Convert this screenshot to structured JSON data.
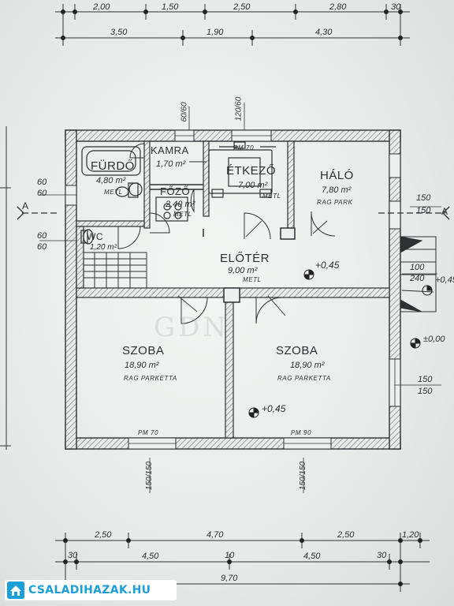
{
  "rooms": {
    "furdo": {
      "name": "FÜRDŐ",
      "area": "4,80 m²",
      "floor": "METL"
    },
    "kamra": {
      "name": "KAMRA",
      "area": "1,70 m²"
    },
    "etkezo": {
      "name": "ÉTKEZŐ",
      "area": "7,00 m²",
      "floor": "METL"
    },
    "halo": {
      "name": "HÁLÓ",
      "area": "7,80 m²",
      "floor": "RAG PARK"
    },
    "fozo": {
      "name": "FŐZŐ",
      "area": "2,40 m²",
      "floor": "METL"
    },
    "wc": {
      "name": "WC",
      "area": "1,20 m²"
    },
    "eloter": {
      "name": "ELŐTÉR",
      "area": "9,00 m²",
      "floor": "METL"
    },
    "szoba1": {
      "name": "SZOBA",
      "area": "18,90 m²",
      "floor": "RAG PARKETTA"
    },
    "szoba2": {
      "name": "SZOBA",
      "area": "18,90 m²",
      "floor": "RAG PARKETTA"
    }
  },
  "levels": {
    "eloter": "+0,45",
    "szoba": "+0,45",
    "right1": "+0,45",
    "right2": "±0,00"
  },
  "section_marker": "A",
  "dims_top_row1": [
    "2,00",
    "1,50",
    "2,50",
    "2,80",
    "30"
  ],
  "dims_top_row2": [
    "3,50",
    "1,90",
    "4,30"
  ],
  "dims_bottom_row1": [
    "2,50",
    "4,70",
    "2,50",
    "1,20"
  ],
  "dims_bottom_row2": [
    "30",
    "4,50",
    "10",
    "4,50",
    "30"
  ],
  "dims_bottom_total": "9,70",
  "dims_left": {
    "a_top": "60",
    "a_bot": "60",
    "b_top": "60",
    "b_bot": "60"
  },
  "dims_right": {
    "a_top": "150",
    "a_bot": "150",
    "b_top": "100",
    "b_bot": "240",
    "c_top": "150",
    "c_bot": "150"
  },
  "openings_top": {
    "kamra": "60/60",
    "etkezo": "120/60",
    "door": "PM 70"
  },
  "openings_bottom": {
    "left": "150/150",
    "right": "150/150",
    "pm_left": "PM 70",
    "pm_right": "PM 90"
  },
  "watermark": "GDN",
  "logo_text": "CSALADIHAZAK.HU"
}
